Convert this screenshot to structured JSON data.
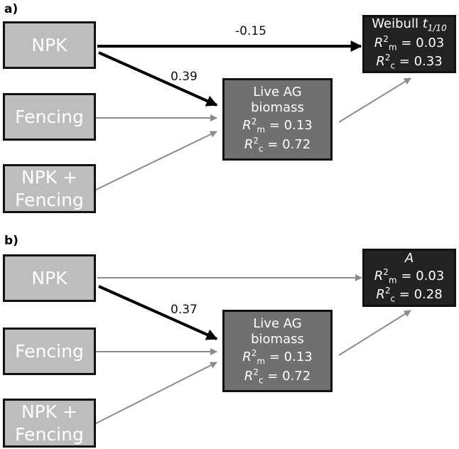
{
  "panels": [
    {
      "label": "a)",
      "inputs": [
        "NPK",
        "Fencing",
        "NPK +|Fencing"
      ],
      "mediator": {
        "line1": "Live AG",
        "line2": "biomass",
        "rm": "0.13",
        "rc": "0.72"
      },
      "response": {
        "title": "Weibull",
        "title_symbol": "t",
        "title_sub": "1/10",
        "rm": "0.03",
        "rc": "0.33"
      },
      "coef_direct": "-0.15",
      "coef_npk_biomass": "0.39"
    },
    {
      "label": "b)",
      "inputs": [
        "NPK",
        "Fencing",
        "NPK +|Fencing"
      ],
      "mediator": {
        "line1": "Live AG",
        "line2": "biomass",
        "rm": "0.13",
        "rc": "0.72"
      },
      "response": {
        "title": "",
        "title_symbol": "A",
        "title_sub": "",
        "rm": "0.03",
        "rc": "0.28"
      },
      "coef_direct": "",
      "coef_npk_biomass": "0.37"
    }
  ],
  "stat_labels": {
    "r": "R",
    "sup": "2",
    "m": "m",
    "c": "c",
    "eq": " = "
  },
  "colors": {
    "input_fill": "#bdbdbd",
    "mediator_fill": "#707070",
    "response_fill": "#222222",
    "strong_arrow": "#000000",
    "weak_arrow": "#8c8c8c"
  }
}
